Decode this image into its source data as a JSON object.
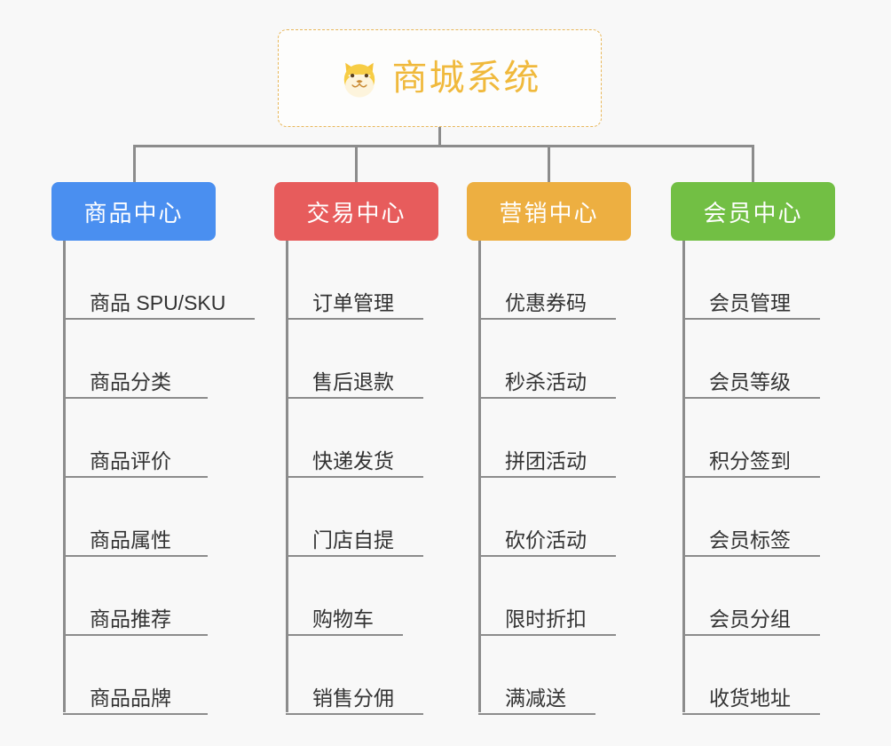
{
  "diagram": {
    "type": "mind-map",
    "background_color": "#f8f8f8",
    "connector_color": "#8c8c8c",
    "root": {
      "title": "商城系统",
      "icon": "shiba-dog-face-icon",
      "text_color": "#f0b93c",
      "border_color": "#e8b75a",
      "background_color": "#fdfdfc"
    },
    "branches": [
      {
        "label": "商品中心",
        "color": "#4a8ff0",
        "items": [
          "商品 SPU/SKU",
          "商品分类",
          "商品评价",
          "商品属性",
          "商品推荐",
          "商品品牌"
        ]
      },
      {
        "label": "交易中心",
        "color": "#e75c5c",
        "items": [
          "订单管理",
          "售后退款",
          "快递发货",
          "门店自提",
          "购物车",
          "销售分佣"
        ]
      },
      {
        "label": "营销中心",
        "color": "#edaf41",
        "items": [
          "优惠券码",
          "秒杀活动",
          "拼团活动",
          "砍价活动",
          "限时折扣",
          "满减送"
        ]
      },
      {
        "label": "会员中心",
        "color": "#72bf44",
        "items": [
          "会员管理",
          "会员等级",
          "积分签到",
          "会员标签",
          "会员分组",
          "收货地址"
        ]
      }
    ]
  }
}
